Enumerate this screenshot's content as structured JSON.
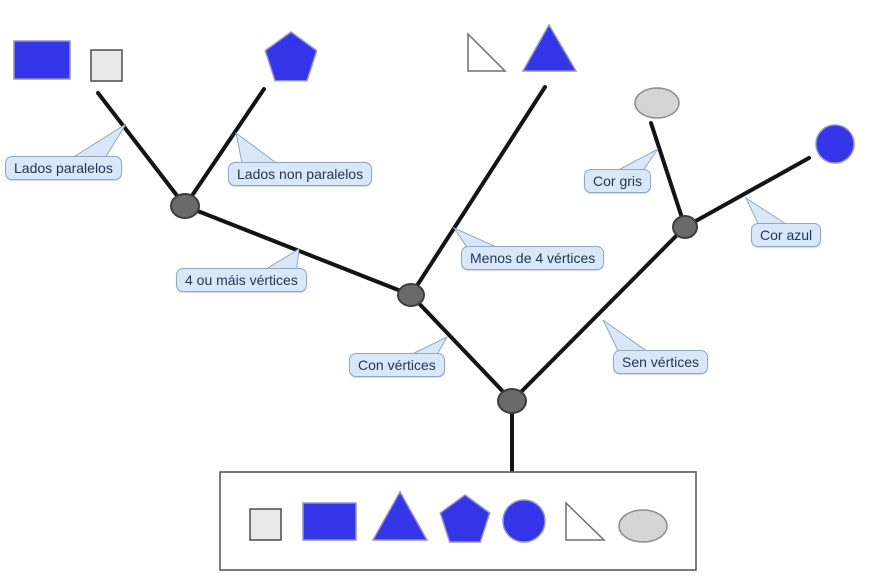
{
  "diagram": {
    "title": "shape-classification-tree",
    "labels": [
      {
        "id": "lados-paralelos",
        "text": "Lados paralelos"
      },
      {
        "id": "lados-non-paralelos",
        "text": "Lados non paralelos"
      },
      {
        "id": "menos-de-4-vertices",
        "text": "Menos de 4 vértices"
      },
      {
        "id": "4-ou-mais-vertices",
        "text": "4 ou máis vértices"
      },
      {
        "id": "con-vertices",
        "text": "Con vértices"
      },
      {
        "id": "sen-vertices",
        "text": "Sen vértices"
      },
      {
        "id": "cor-gris",
        "text": "Cor gris"
      },
      {
        "id": "cor-azul",
        "text": "Cor azul"
      }
    ],
    "leaf_groups": {
      "lados_paralelos": [
        "blue-rectangle",
        "gray-square"
      ],
      "lados_non_paralelos": [
        "blue-pentagon"
      ],
      "menos_de_4_vertices": [
        "white-right-triangle",
        "blue-triangle"
      ],
      "cor_gris": [
        "gray-ellipse"
      ],
      "cor_azul": [
        "blue-circle"
      ]
    },
    "collection_box_shapes": [
      "gray-square",
      "blue-rectangle",
      "blue-triangle",
      "blue-pentagon",
      "blue-circle",
      "white-right-triangle",
      "gray-ellipse"
    ],
    "node_count": 4,
    "colors": {
      "blue": "#3434e8",
      "blue_border": "#9494c8",
      "gray_light": "#e9e9e9",
      "gray_ellipse": "#d5d5d5",
      "node_fill": "#6a6a6a",
      "node_border": "#3d3d3d",
      "line": "#141414",
      "label_bg": "#d8e8f8",
      "label_border": "#8fa8c0",
      "label_text": "#223657"
    }
  }
}
